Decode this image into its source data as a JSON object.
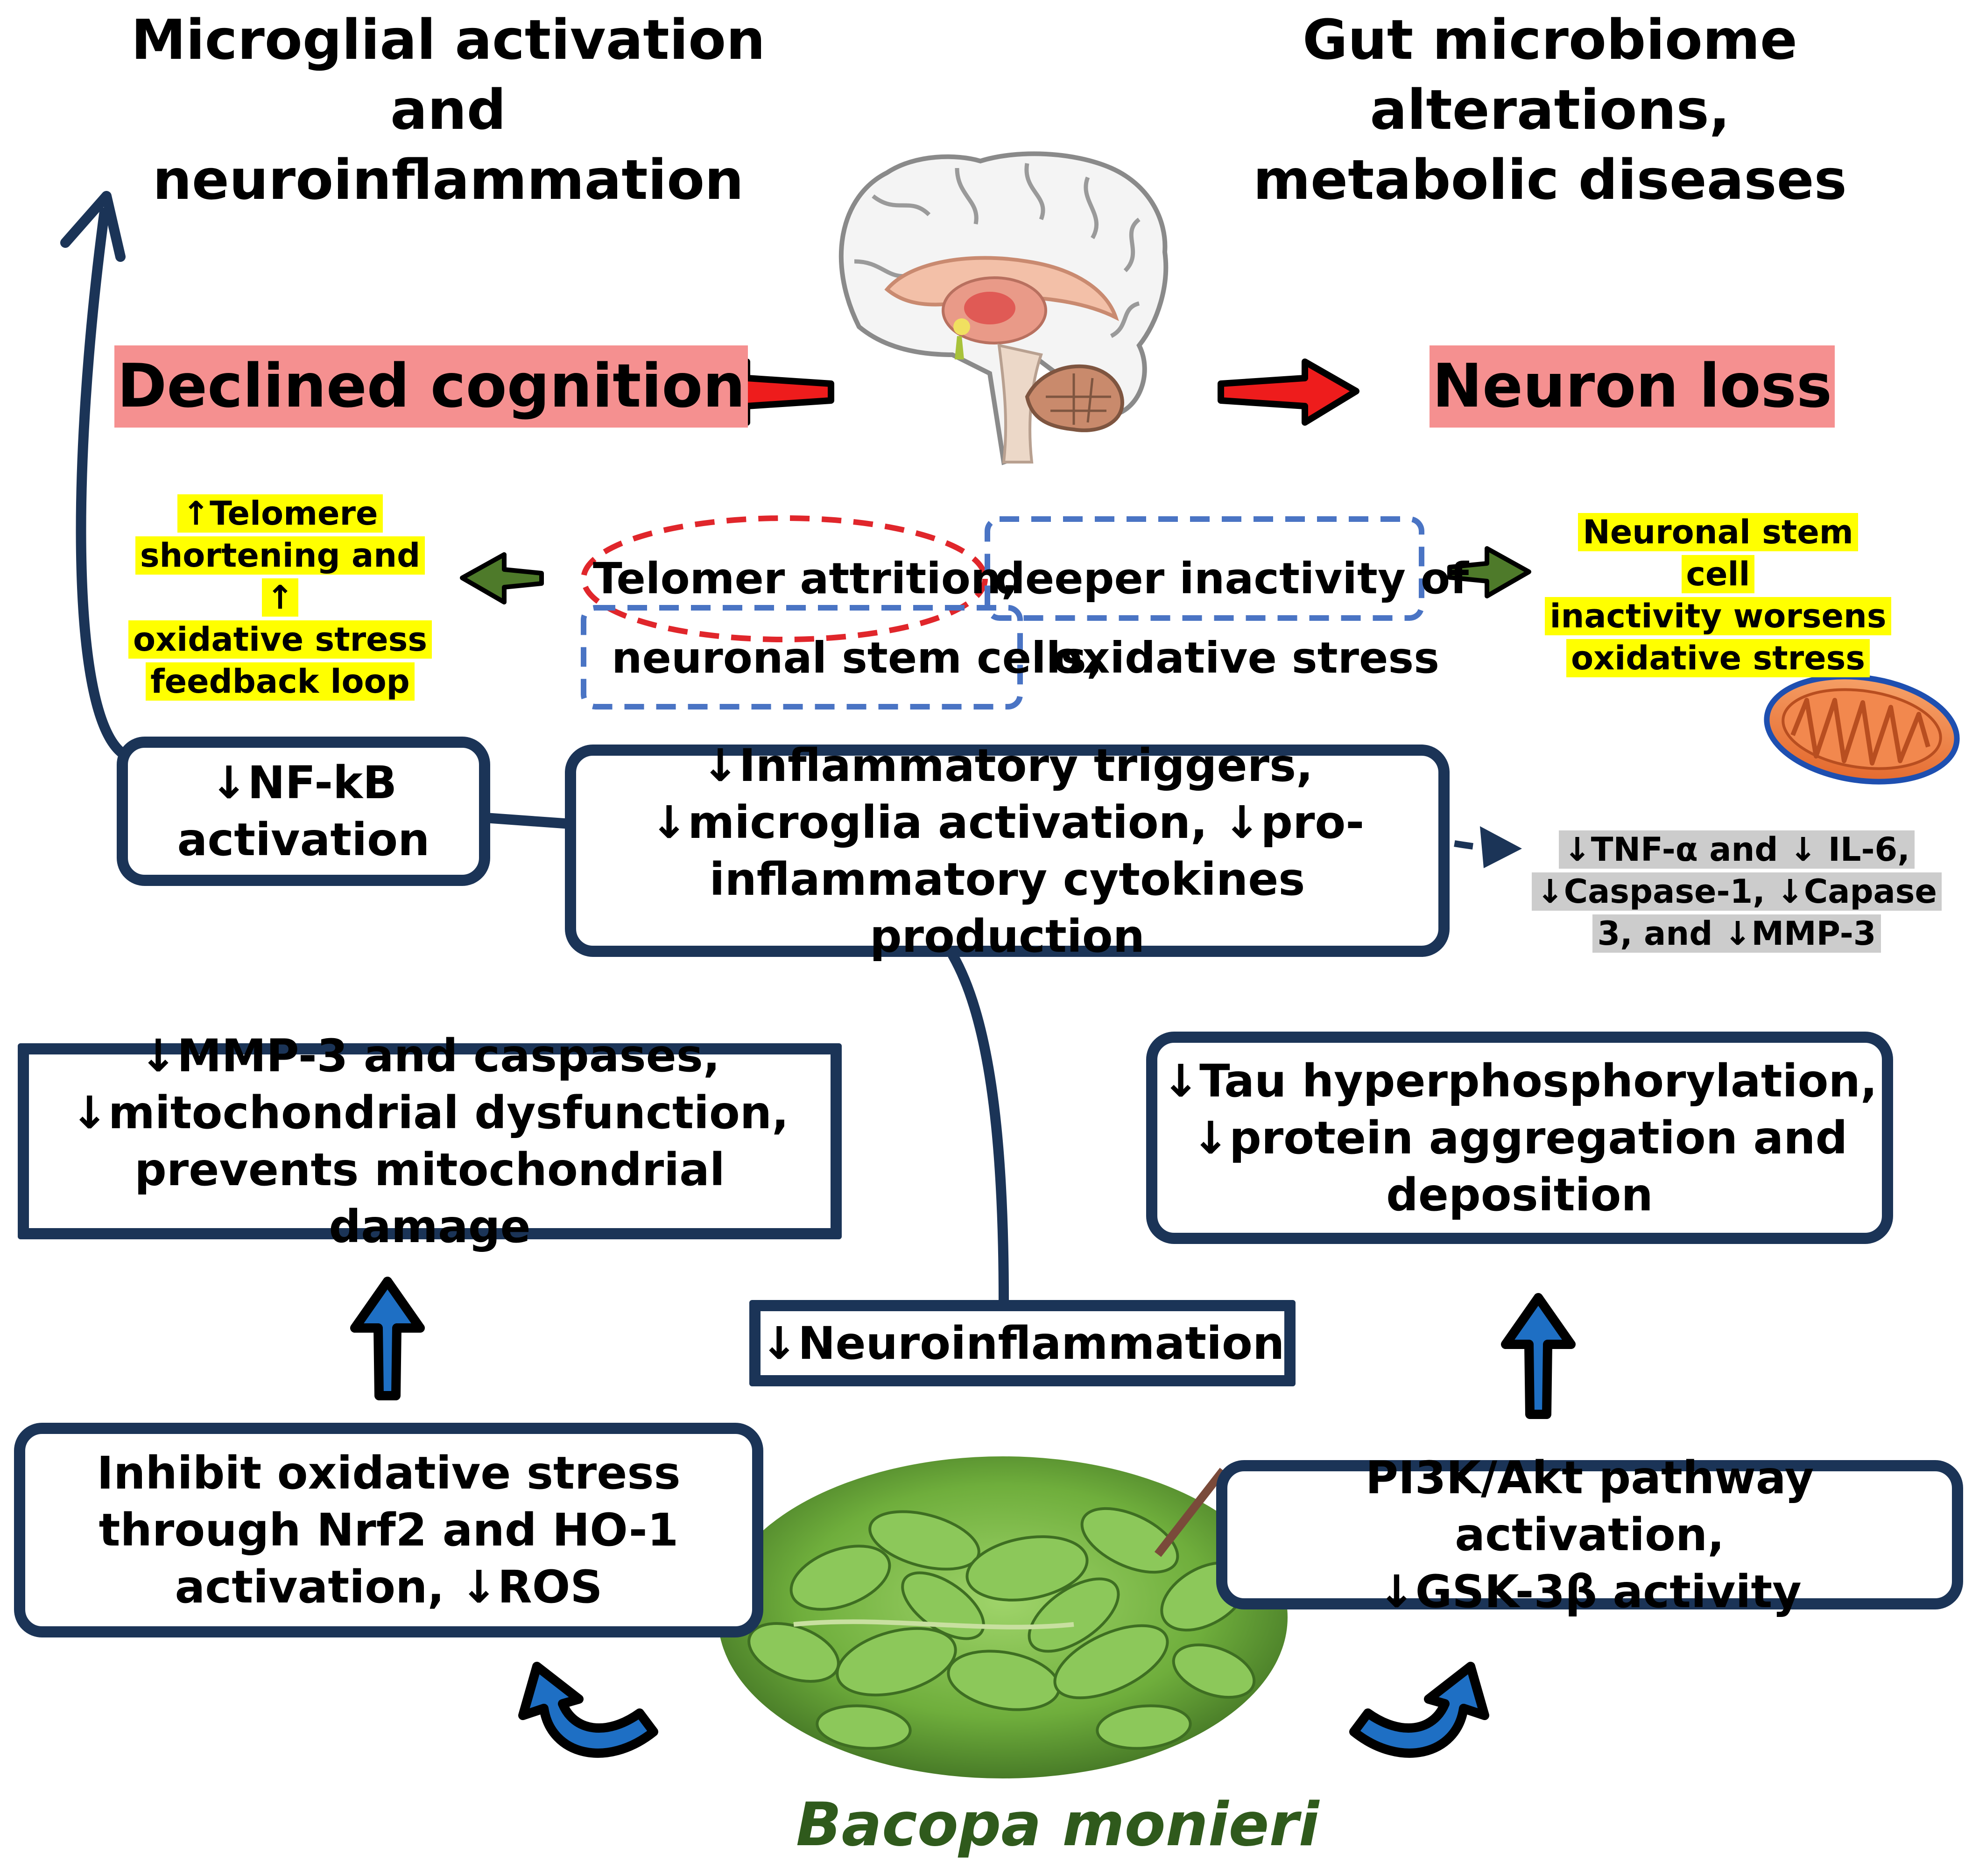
{
  "headers": {
    "top_left_line1": "Microglial activation",
    "top_left_line2": "and neuroinflammation",
    "top_right_line1": "Gut microbiome alterations,",
    "top_right_line2": "metabolic diseases"
  },
  "outcomes": {
    "declined_cognition": "Declined cognition",
    "neuron_loss": "Neuron loss"
  },
  "center_text": {
    "telomer": "Telomer attrition,",
    "deeper": "deeper inactivity of",
    "stem_cells": "neuronal stem cells,",
    "oxidative": "oxidative stress"
  },
  "yellow_left": {
    "line1": "↑Telomere",
    "line2": "shortening and ↑",
    "line3": "oxidative stress",
    "line4": "feedback loop"
  },
  "yellow_right": {
    "line1": "Neuronal stem cell",
    "line2": "inactivity worsens",
    "line3": "oxidative stress"
  },
  "boxes": {
    "nfkb_line1": "↓NF-kB",
    "nfkb_line2": "activation",
    "inflam_line1": "↓Inflammatory triggers,",
    "inflam_line2": "↓microglia activation, ↓pro-",
    "inflam_line3": "inflammatory cytokines production",
    "mmp_line1": "↓MMP-3 and caspases,",
    "mmp_line2": "↓mitochondrial dysfunction,",
    "mmp_line3": "prevents mitochondrial damage",
    "tau_line1": "↓Tau hyperphosphorylation,",
    "tau_line2": "↓protein aggregation and",
    "tau_line3": "deposition",
    "neuroinflammation": "↓Neuroinflammation",
    "nrf2_line1": "Inhibit oxidative stress",
    "nrf2_line2": "through Nrf2 and HO-1",
    "nrf2_line3": "activation, ↓ROS",
    "pi3k_line1": "PI3K/Akt pathway activation,",
    "pi3k_line2": "↓GSK-3β activity"
  },
  "grey_note": {
    "line1": "↓TNF-α and ↓ IL-6,",
    "line2": "↓Caspase-1, ↓Capase",
    "line3": "3, and ↓MMP-3"
  },
  "plant_name": "Bacopa monieri",
  "colors": {
    "box_border": "#1b3457",
    "outcome_highlight": "#f59090",
    "yellow_highlight": "#ffff00",
    "grey_highlight": "#cccccc",
    "red_dashed": "#e0262b",
    "blue_dashed": "#4a74c4",
    "plant_label": "#2f5a1c",
    "blue_arrow": "#1e6fc4",
    "green_arrow": "#4e7a2a",
    "red_arrow": "#ee1c1c"
  },
  "icons": [
    "brain-icon",
    "mitochondrion-icon",
    "bacopa-plant-photo"
  ]
}
